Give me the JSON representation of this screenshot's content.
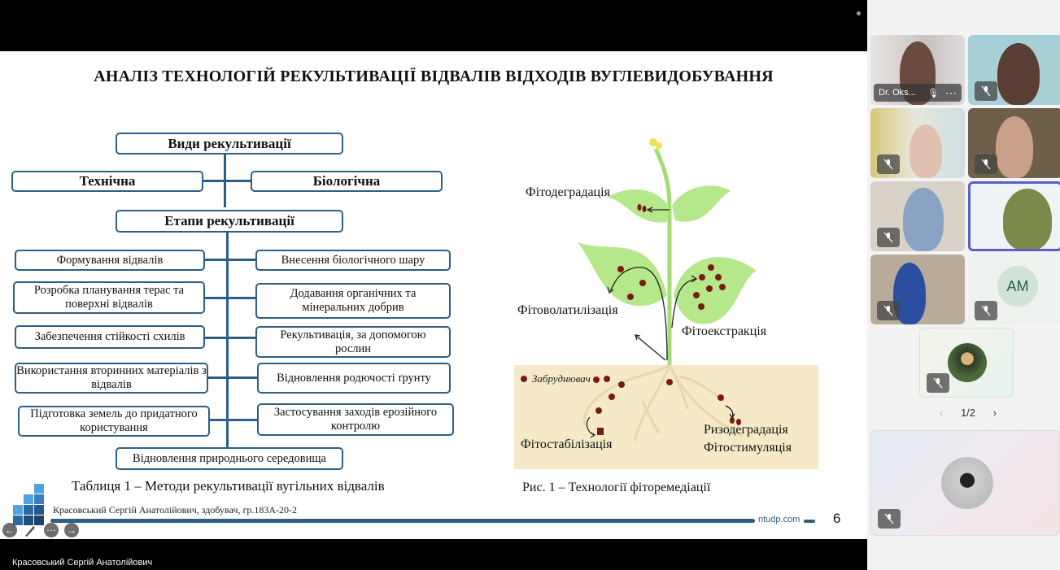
{
  "slide": {
    "title": "АНАЛІЗ ТЕХНОЛОГІЙ РЕКУЛЬТИВАЦІЇ ВІДВАЛІВ ВІДХОДІВ ВУГЛЕВИДОБУВАННЯ",
    "diagram": {
      "types_header": "Види рекультивації",
      "type_left": "Технічна",
      "type_right": "Біологічна",
      "stages_header": "Етапи рекультивації",
      "left_items": [
        "Формування відвалів",
        "Розробка планування терас та поверхні відвалів",
        "Забезпечення стійкості схилів",
        "Використання вторинних матеріалів з відвалів",
        "Підготовка земель до придатного користування"
      ],
      "right_items": [
        "Внесення біологічного шару",
        "Додавання органічних та мінеральних добрив",
        "Рекультивація, за допомогою рослин",
        "Відновлення родючості ґрунту",
        "Застосування заходів ерозійного контролю"
      ],
      "bottom_item": "Відновлення природнього середовища"
    },
    "table_caption": "Таблиця 1 – Методи рекультивації вугільних відвалів",
    "figure": {
      "labels": {
        "phytodegradation": "Фітодеградація",
        "phytovolatilization": "Фітоволатилізація",
        "phytoextraction": "Фітоекстракція",
        "pollutant_legend": "Забруднювач",
        "phytostabilization": "Фітостабілізація",
        "rhizodegradation": "Ризодеградація",
        "phytostimulation": "Фітостимуляція"
      },
      "caption": "Рис. 1 – Технології фіторемедіації"
    },
    "author_line": "Красовський Сергій Анатолійович, здобувач, гр.183А-20-2",
    "site": "ntudp.com",
    "page_number": "6",
    "colors": {
      "accent": "#2d5f86",
      "leaf": "#b5e88a",
      "soil": "#f5e9c8",
      "pollutant": "#7a1a14"
    }
  },
  "controls": {
    "prev_icon": "arrow-left-icon",
    "pen_icon": "pen-icon",
    "more_icon": "more-icon",
    "next_icon": "arrow-right-icon"
  },
  "presenter_name": "Красовський Сергій Анатолійович",
  "participants": {
    "tiles": [
      {
        "name": "Dr. Oks...",
        "muted": true
      },
      {
        "muted": true
      },
      {
        "muted": true
      },
      {
        "muted": true
      },
      {
        "muted": true
      },
      {
        "muted": false,
        "active_speaker": true
      },
      {
        "muted": true
      },
      {
        "initials": "AM",
        "muted": true
      },
      {
        "muted": true
      }
    ],
    "pager": "1/2",
    "self_view": {
      "muted": true
    }
  }
}
